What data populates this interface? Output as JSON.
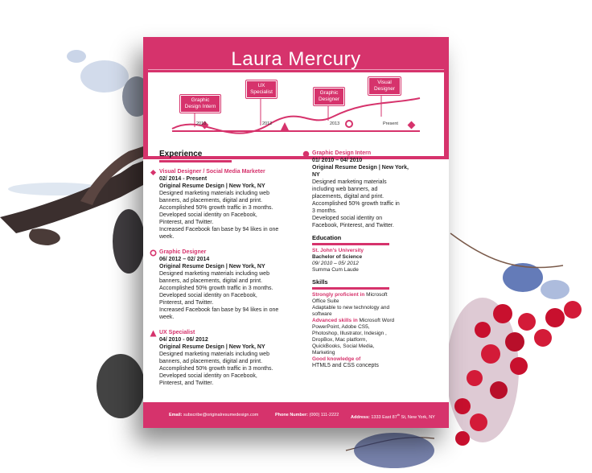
{
  "resume": {
    "name": "Laura Mercury",
    "timeline": {
      "bubbles": [
        "Graphic Design Intern",
        "UX Specialist",
        "Graphic Designer",
        "Visual Designer"
      ],
      "years": [
        "2010",
        "2012",
        "2013",
        "Present"
      ]
    },
    "experience": {
      "title": "Experience",
      "jobs": [
        {
          "title": "Visual Designer / Social Media Marketer",
          "dates": "02/ 2014 - Present",
          "company": "Original Resume Design | New York, NY",
          "lines": [
            "Designed marketing materials including web",
            "banners, ad placements, digital and print.",
            "Accomplished 50% growth traffic in 3 months.",
            "Developed social identity on Facebook,",
            "Pinterest, and Twitter.",
            "Increased Facebook fan base by 94 likes in one",
            "week."
          ]
        },
        {
          "title": "Graphic Designer",
          "dates": "06/ 2012 – 02/ 2014",
          "company": "Original Resume Design | New York, NY",
          "lines": [
            "Designed marketing materials including web",
            "banners, ad placements, digital and print.",
            "Accomplished 50% growth traffic in 3 months.",
            "Developed social identity on Facebook,",
            "Pinterest, and Twitter.",
            "Increased Facebook fan base by 94 likes in one",
            "week."
          ]
        },
        {
          "title": "UX Specialist",
          "dates": "04/ 2010 - 06/ 2012",
          "company": "Original Resume Design | New York, NY",
          "lines": [
            "Designed marketing materials including web",
            "banners, ad placements, digital and print.",
            "Accomplished 50% growth traffic in 3 months.",
            "Developed social identity on Facebook,",
            "Pinterest, and Twitter."
          ]
        }
      ],
      "intern": {
        "title": "Graphic Design Intern",
        "dates": "01/ 2010 – 04/ 2010",
        "company": "Original Resume Design | New York,",
        "company2": "NY",
        "lines": [
          "Designed marketing materials",
          "including web banners, ad",
          "placements, digital and print.",
          "Accomplished 50% growth traffic in",
          "3 months.",
          "Developed social identity on",
          "Facebook, Pinterest, and Twitter."
        ]
      }
    },
    "education": {
      "title": "Education",
      "school": "St. John's University",
      "degree": "Bachelor of Science",
      "dates": "09/ 2010 – 05/ 2012",
      "honor": "Summa Cum Laude"
    },
    "skills": {
      "title": "Skills",
      "s1_hl": "Strongly proficient in",
      "s1_a": " Microsoft",
      "s1_b": "Office Suite",
      "s2_a": "Adaptable to new technology and",
      "s2_b": "software",
      "s3_hl": "Advanced skills in",
      "s3_a": " Microsoft Word",
      "s3_lines": [
        "PowerPoint, Adobe CS5,",
        "Photoshop, Illustrator, Indesign ,",
        "DropBox, Mac platform,",
        "QuickBooks, Social Media,",
        "Marketing"
      ],
      "s4_hl": "Good knowledge of",
      "s4_b": "HTML5 and CSS concepts"
    },
    "footer": {
      "email_label": "Email:",
      "email": "subscribe@originalresumedesign.com",
      "phone_label": "Phone Number:",
      "phone": "(000) 111-2222",
      "address_label": "Address:",
      "address": "1333 East 87",
      "address_sup": "th",
      "address_end": " St, New York, NY"
    }
  },
  "colors": {
    "accent": "#d6336c"
  }
}
